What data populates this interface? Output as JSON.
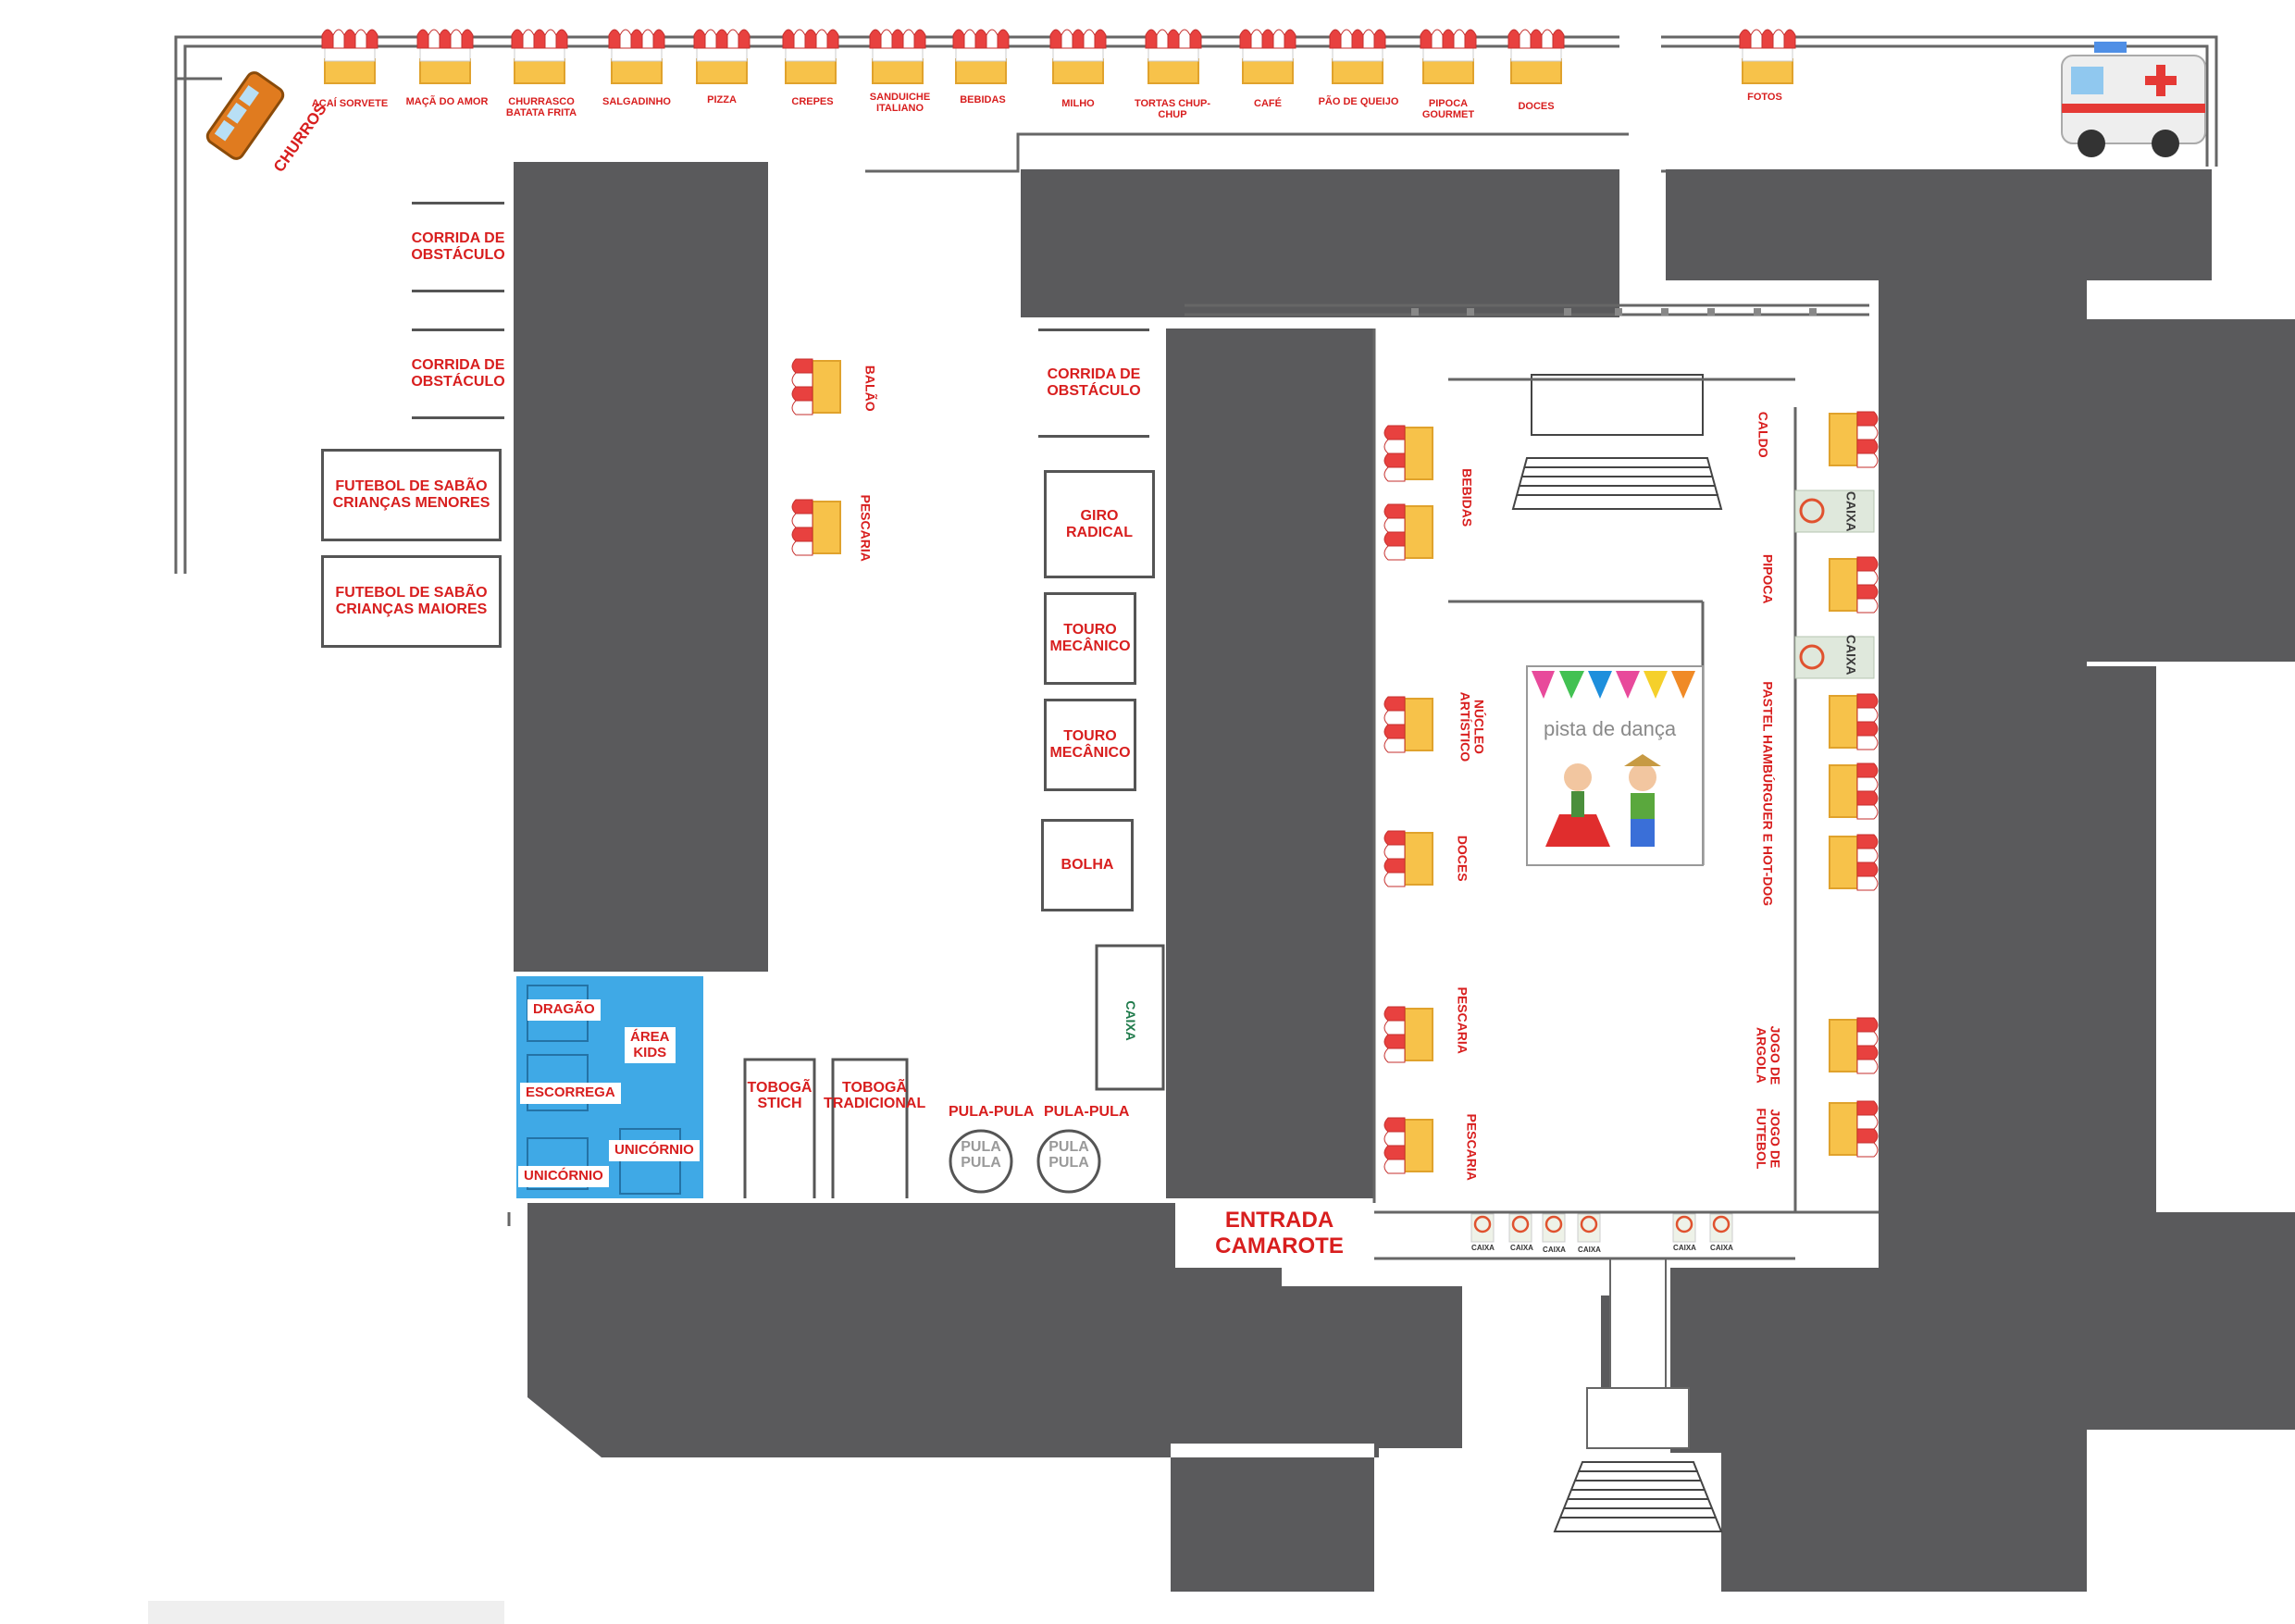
{
  "colors": {
    "building": "#5a5a5c",
    "wall_line": "#555555",
    "label_red": "#d81e1e",
    "kids_area": "#3fa9e6",
    "caixa_green": "#1e7a4a"
  },
  "top_stalls": [
    {
      "label": "AÇAÍ SORVETE"
    },
    {
      "label": "MAÇÃ DO AMOR"
    },
    {
      "label": "CHURRASCO BATATA FRITA"
    },
    {
      "label": "SALGADINHO"
    },
    {
      "label": "PIZZA"
    },
    {
      "label": "CREPES"
    },
    {
      "label": "SANDUICHE ITALIANO"
    },
    {
      "label": "BEBIDAS"
    },
    {
      "label": "MILHO"
    },
    {
      "label": "TORTAS CHUP-CHUP"
    },
    {
      "label": "CAFÉ"
    },
    {
      "label": "PÃO DE QUEIJO"
    },
    {
      "label": "PIPOCA GOURMET"
    },
    {
      "label": "DOCES"
    },
    {
      "label": "FOTOS"
    }
  ],
  "churros": {
    "label": "CHURROS"
  },
  "left_activities": [
    {
      "label": "CORRIDA DE\nOBSTÁCULO"
    },
    {
      "label": "CORRIDA DE\nOBSTÁCULO"
    },
    {
      "label": "FUTEBOL DE SABÃO\nCRIANÇAS MENORES"
    },
    {
      "label": "FUTEBOL DE SABÃO\nCRIANÇAS MAIORES"
    }
  ],
  "center_stalls": [
    {
      "label": "BALÃO"
    },
    {
      "label": "PESCARIA"
    }
  ],
  "middle_activities": [
    {
      "label": "CORRIDA DE\nOBSTÁCULO"
    },
    {
      "label": "GIRO RADICAL"
    },
    {
      "label": "TOURO\nMECÂNICO"
    },
    {
      "label": "TOURO\nMECÂNICO"
    },
    {
      "label": "BOLHA"
    }
  ],
  "caixa_middle": {
    "label": "CAIXA"
  },
  "kids_area": {
    "title": "ÁREA\nKIDS",
    "items": [
      "DRAGÃO",
      "ESCORREGA",
      "UNICÓRNIO",
      "UNICÓRNIO"
    ]
  },
  "slides": [
    {
      "label": "TOBOGÃ\nSTICH"
    },
    {
      "label": "TOBOGÃ\nTRADICIONAL"
    }
  ],
  "pula_pula": [
    {
      "label": "PULA-PULA",
      "icon_text": "PULA\nPULA"
    },
    {
      "label": "PULA-PULA",
      "icon_text": "PULA\nPULA"
    }
  ],
  "camarote_left_stalls": [
    {
      "label": "BEBIDAS"
    },
    {
      "label": "NÚCLEO\nARTÍSTICO"
    },
    {
      "label": "DOCES"
    },
    {
      "label": "PESCARIA"
    },
    {
      "label": "PESCARIA"
    }
  ],
  "camarote_right_stalls": [
    {
      "label": "CALDO"
    },
    {
      "label": "CAIXA"
    },
    {
      "label": "PIPOCA"
    },
    {
      "label": "CAIXA"
    },
    {
      "label": "PASTEL HAMBÚRGUER E HOT-DOG"
    },
    {
      "label": "JOGO DE\nARGOLA"
    },
    {
      "label": "JOGO DE\nFUTEBOL"
    }
  ],
  "dance_floor": {
    "label": "pista de dança"
  },
  "entrance": {
    "label": "ENTRADA\nCAMAROTE"
  },
  "bottom_caixas": [
    "CAIXA",
    "CAIXA",
    "CAIXA",
    "CAIXA",
    "CAIXA",
    "CAIXA"
  ]
}
